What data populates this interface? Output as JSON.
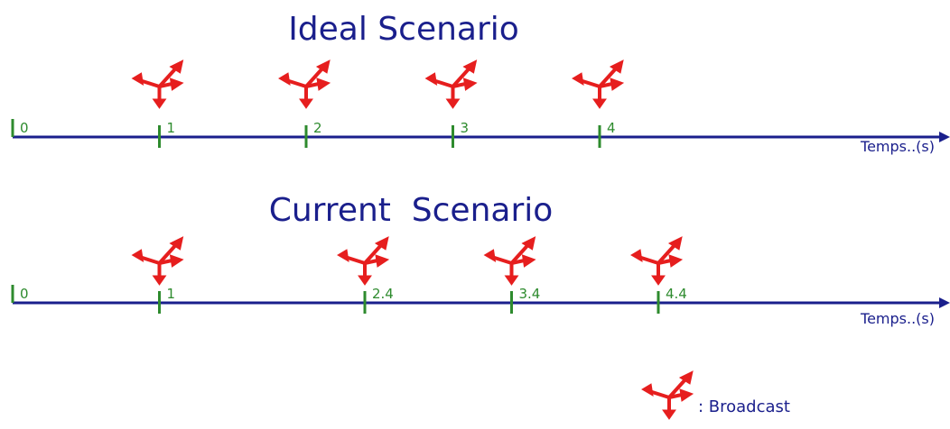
{
  "colors": {
    "title": "#1a1f8c",
    "axis": "#1a1f8c",
    "tick": "#2e8b2e",
    "broadcast": "#e61e1e"
  },
  "legend": {
    "icon": "broadcast-icon",
    "label": ": Broadcast"
  },
  "scenarios": [
    {
      "title": "Ideal Scenario",
      "axis_label": "Temps..(s)",
      "ticks": [
        {
          "value": 0,
          "label": "0",
          "broadcast": false
        },
        {
          "value": 1,
          "label": "1",
          "broadcast": true
        },
        {
          "value": 2,
          "label": "2",
          "broadcast": true
        },
        {
          "value": 3,
          "label": "3",
          "broadcast": true
        },
        {
          "value": 4,
          "label": "4",
          "broadcast": true
        }
      ]
    },
    {
      "title": "Current  Scenario",
      "axis_label": "Temps..(s)",
      "ticks": [
        {
          "value": 0,
          "label": "0",
          "broadcast": false
        },
        {
          "value": 1,
          "label": "1",
          "broadcast": true
        },
        {
          "value": 2.4,
          "label": "2.4",
          "broadcast": true
        },
        {
          "value": 3.4,
          "label": "3.4",
          "broadcast": true
        },
        {
          "value": 4.4,
          "label": "4.4",
          "broadcast": true
        }
      ]
    }
  ]
}
